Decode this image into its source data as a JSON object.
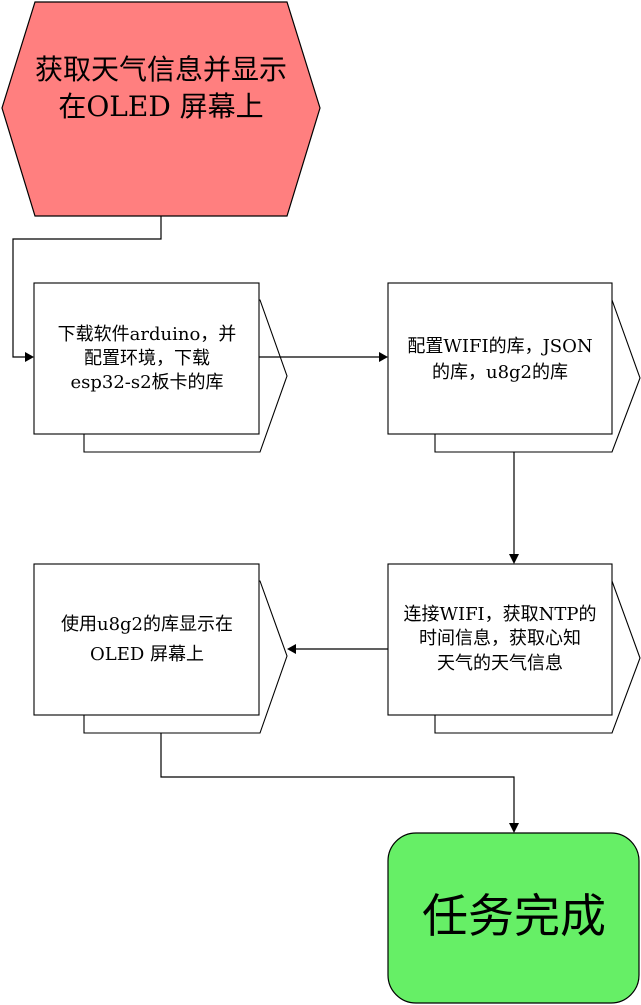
{
  "diagram": {
    "colors": {
      "start_fill": "#ff7f7f",
      "end_fill": "#66ef66",
      "process_fill": "#ffffff",
      "line": "#000000"
    },
    "start": {
      "line1": "获取天气信息并显示",
      "line2": "在OLED 屏幕上"
    },
    "steps": [
      {
        "line1": "下载软件arduino，并",
        "line2": "配置环境，下载",
        "line3": "esp32-s2板卡的库"
      },
      {
        "line1": "配置WIFI的库，JSON",
        "line2": "的库，u8g2的库"
      },
      {
        "line1": "连接WIFI，获取NTP的",
        "line2": "时间信息，获取心知",
        "line3": "天气的天气信息"
      },
      {
        "line1": "使用u8g2的库显示在",
        "line2": "OLED 屏幕上"
      }
    ],
    "end": {
      "label": "任务完成"
    }
  }
}
